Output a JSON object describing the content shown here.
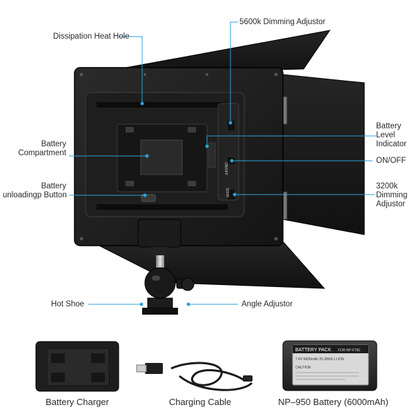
{
  "callouts": {
    "dissipation_heat_hole": "Dissipation Heat Hole",
    "dimming_5600k": "5600k Dimming Adjustor",
    "battery_compartment_1": "Battery",
    "battery_compartment_2": "Compartment",
    "battery_level_1": "Battery",
    "battery_level_2": "Level",
    "battery_level_3": "Indicator",
    "on_off": "ON/OFF",
    "battery_unloading_1": "Battery",
    "battery_unloading_2": "unloadingp Button",
    "dimming_3200k_1": "3200k",
    "dimming_3200k_2": "Dimming",
    "dimming_3200k_3": "Adjustor",
    "hot_shoe": "Hot Shoe",
    "angle_adjustor": "Angle Adjustor"
  },
  "accessories": {
    "charger": "Battery Charger",
    "cable": "Charging Cable",
    "battery": "NP–950 Battery (6000mAh)"
  },
  "battery_label": {
    "title": "BATTERY PACK",
    "model": "FOR NP-F750",
    "spec": "7.4V 6600mAh 25.38Wh LI-ION",
    "caution": "CAUTION"
  },
  "panel_text": {
    "on_off_marking": "ON/OFF",
    "k3200_marking": "3200K"
  },
  "colors": {
    "callout_line": "#2aa3d8",
    "device_body": "#1c1c1c",
    "accent_blue": "#2aa3d8"
  }
}
